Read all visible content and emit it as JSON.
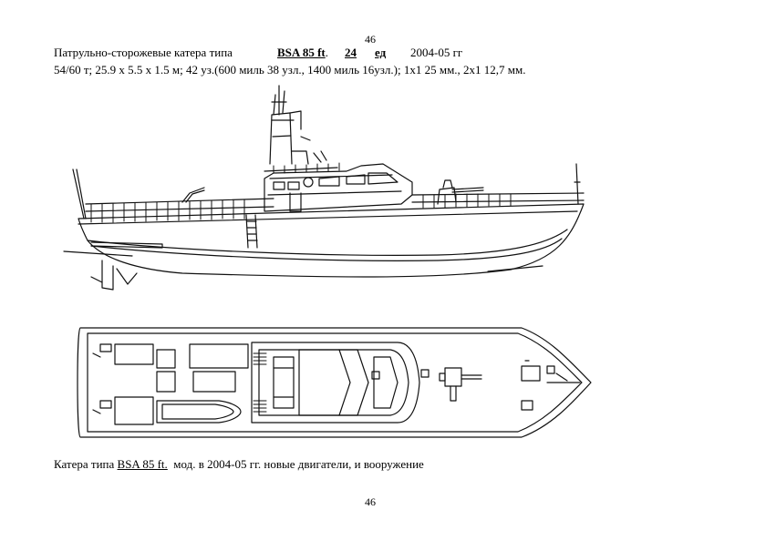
{
  "page": {
    "number_top": "46",
    "number_bottom": "46"
  },
  "header": {
    "title_prefix": "Патрульно-сторожевые катера типа",
    "class_name": "BSA 85 ft",
    "class_dot": ".",
    "count": "24",
    "unit": "ед",
    "years": "2004-05 гг"
  },
  "specs": "54/60 т; 25.9 х 5.5 х 1.5 м; 42 уз.(600 миль 38 узл., 1400 миль 16узл.); 1х1 25 мм., 2х1 12,7 мм.",
  "caption": {
    "prefix": "Катера типа",
    "class_name": "BSA 85 ft.",
    "suffix": "мод. в 2004-05 гг. новые двигатели, и вооружение"
  }
}
